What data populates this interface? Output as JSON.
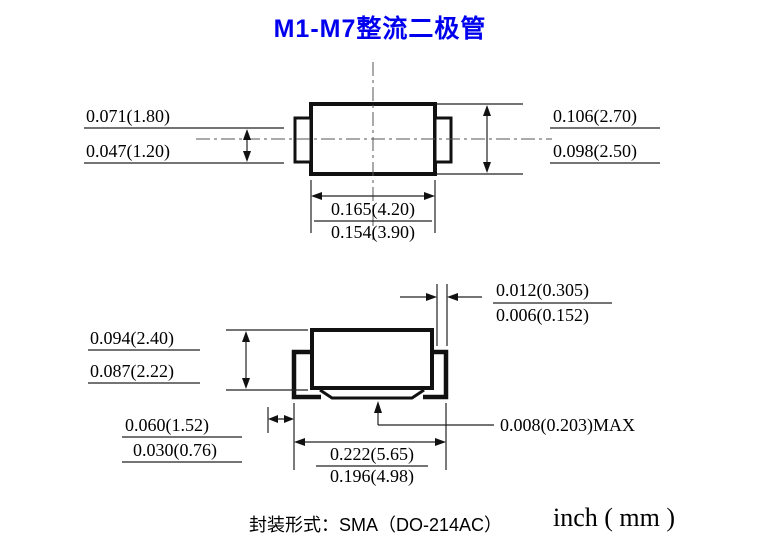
{
  "title": "M1-M7整流二极管",
  "top_view": {
    "tab_height_dim": {
      "max": "0.071(1.80)",
      "min": "0.047(1.20)"
    },
    "body_height_dim": {
      "max": "0.106(2.70)",
      "min": "0.098(2.50)"
    },
    "body_width_dim": {
      "max": "0.165(4.20)",
      "min": "0.154(3.90)"
    }
  },
  "side_view": {
    "height_dim": {
      "max": "0.094(2.40)",
      "min": "0.087(2.22)"
    },
    "lead_thickness_dim": {
      "max": "0.012(0.305)",
      "min": "0.006(0.152)"
    },
    "foot_length_dim": {
      "max": "0.060(1.52)",
      "min": "0.030(0.76)"
    },
    "overall_width_dim": {
      "max": "0.222(5.65)",
      "min": "0.196(4.98)"
    },
    "standoff_dim": "0.008(0.203)MAX"
  },
  "footer": {
    "package_label": "封装形式：SMA（DO-214AC）",
    "units_label": "inch ( mm )"
  },
  "colors": {
    "title": "#0000ee",
    "line": "#111111",
    "background": "#ffffff"
  }
}
